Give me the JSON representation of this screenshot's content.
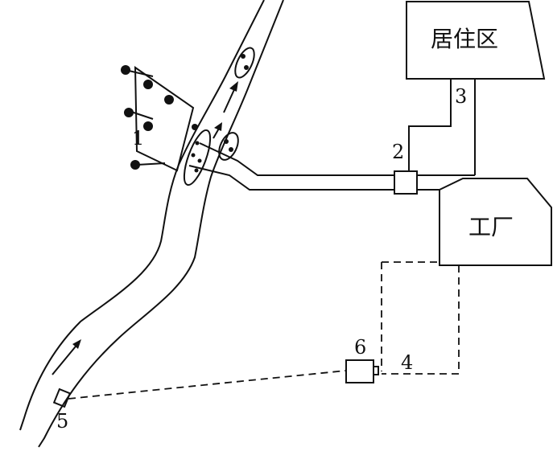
{
  "labels": {
    "residential": "居住区",
    "factory": "工厂",
    "n1": "1",
    "n2": "2",
    "n3": "3",
    "n4": "4",
    "n5": "5",
    "n6": "6"
  },
  "icons": {
    "flow_arrow": "flow-arrow-icon",
    "reed_plant": "reed-plant-icon",
    "pollution_cluster": "pollution-cluster-icon",
    "monitor_box": "monitor-box-icon"
  },
  "colors": {
    "line": "#111111",
    "background": "#ffffff"
  }
}
